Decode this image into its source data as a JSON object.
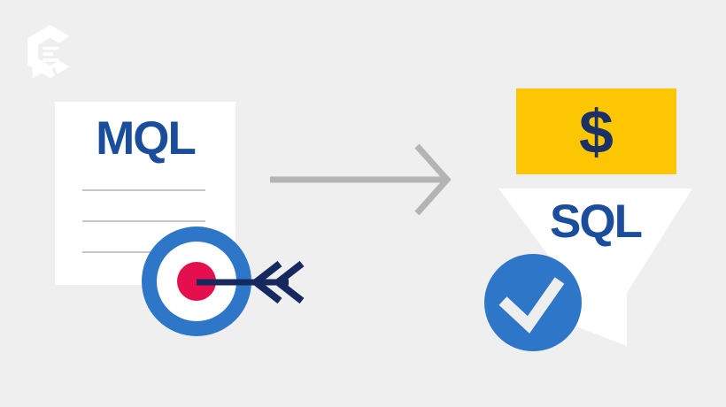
{
  "illustration": {
    "theme": "mql-to-sql-lead-conversion",
    "source_card": {
      "title": "MQL",
      "placeholder_line_count": 3
    },
    "transition_arrow": {
      "direction": "right"
    },
    "destination": {
      "money_symbol": "$",
      "funnel_title": "SQL",
      "status_icon": "checkmark"
    },
    "brand_logo": "hexagonal-c-speech-bubble"
  },
  "colors": {
    "background": "#efefef",
    "card_white": "#ffffff",
    "headline_blue": "#1a4d9c",
    "navy": "#16295f",
    "red": "#e60f4e",
    "accent_blue": "#2e76c8",
    "yellow": "#fcc702",
    "gray_arrow": "#b4b4b4",
    "line_gray": "#c6c6c6",
    "check_gray": "#eeeeee"
  }
}
